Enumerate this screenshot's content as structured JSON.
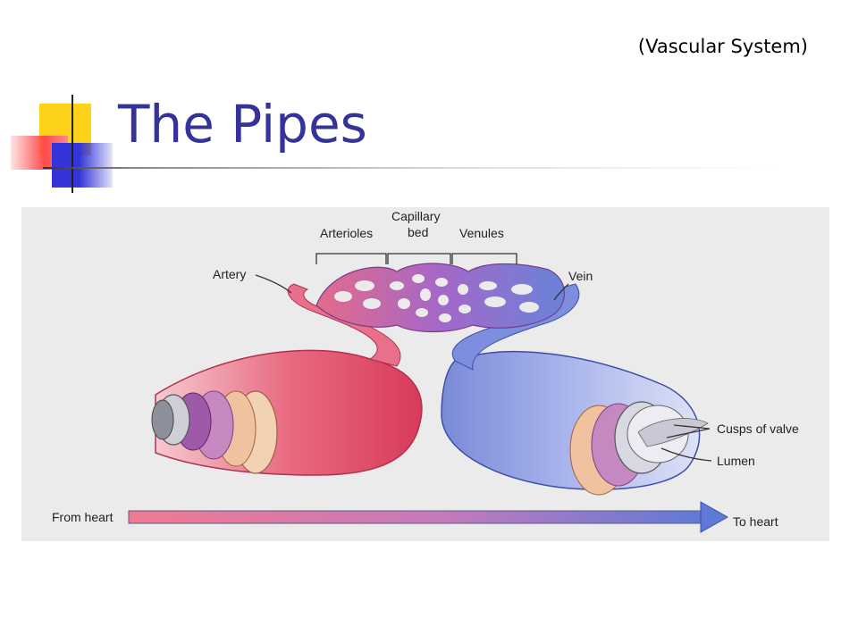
{
  "slide": {
    "subtitle": "(Vascular System)",
    "title": "The Pipes"
  },
  "diagram": {
    "labels": {
      "arterioles": "Arterioles",
      "capillary_line1": "Capillary",
      "capillary_line2": "bed",
      "venules": "Venules",
      "artery": "Artery",
      "vein": "Vein",
      "cusps": "Cusps of valve",
      "lumen": "Lumen",
      "from_heart": "From heart",
      "to_heart": "To heart"
    },
    "colors": {
      "artery": "#e0506a",
      "vein": "#6f80d4",
      "capillary": "#a466c6"
    }
  }
}
